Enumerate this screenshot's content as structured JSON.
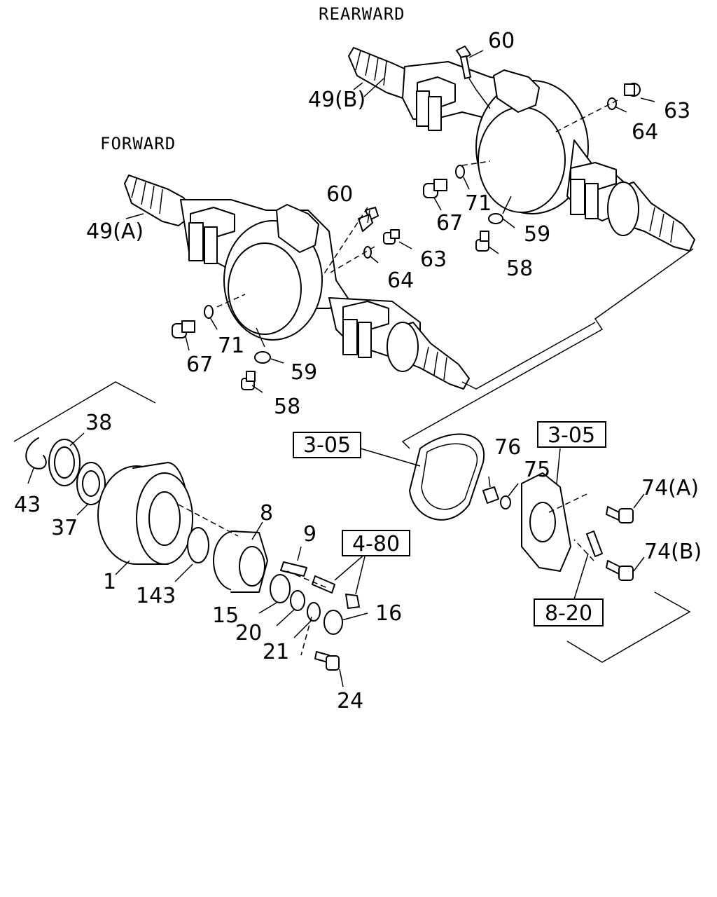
{
  "directions": {
    "rearward": "REARWARD",
    "forward": "FORWARD"
  },
  "callouts": {
    "c60a": "60",
    "c60b": "60",
    "c49b": "49(B)",
    "c49a": "49(A)",
    "c63a": "63",
    "c63b": "63",
    "c64a": "64",
    "c64b": "64",
    "c71a": "71",
    "c71b": "71",
    "c67a": "67",
    "c67b": "67",
    "c59a": "59",
    "c59b": "59",
    "c58a": "58",
    "c58b": "58",
    "c38": "38",
    "c43": "43",
    "c37": "37",
    "c1": "1",
    "c143": "143",
    "c8": "8",
    "c9": "9",
    "c15": "15",
    "c20": "20",
    "c21": "21",
    "c16": "16",
    "c24": "24",
    "c76": "76",
    "c75": "75",
    "c74a": "74(A)",
    "c74b": "74(B)"
  },
  "reference_boxes": {
    "ref305a": "3-05",
    "ref305b": "3-05",
    "ref480": "4-80",
    "ref820": "8-20"
  },
  "colors": {
    "line": "#000000",
    "background": "#ffffff"
  }
}
